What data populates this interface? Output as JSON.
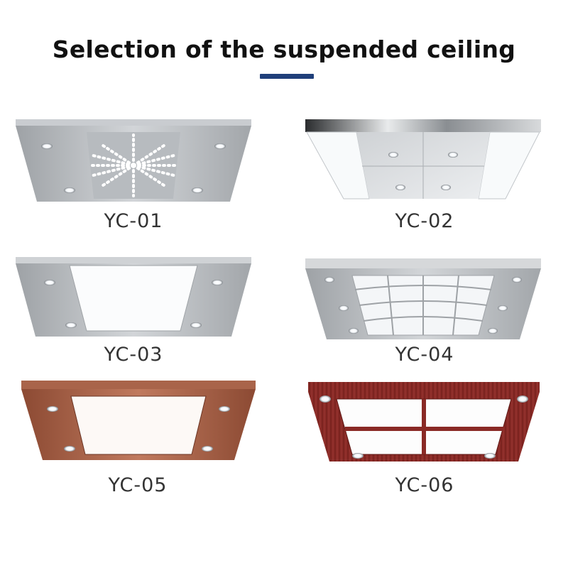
{
  "title": "Selection of the suspended ceiling",
  "colors": {
    "accent": "#1f3f7a",
    "steel": "#b9bcbf",
    "copper": "#a0563c",
    "wood": "#8a2a26"
  },
  "items": [
    {
      "code": "YC-01",
      "finish": "brushed steel",
      "center": "starburst led pattern"
    },
    {
      "code": "YC-02",
      "finish": "mirror steel",
      "center": "side light panels"
    },
    {
      "code": "YC-03",
      "finish": "brushed steel",
      "center": "single light panel"
    },
    {
      "code": "YC-04",
      "finish": "brushed steel",
      "center": "grid light panel"
    },
    {
      "code": "YC-05",
      "finish": "copper",
      "center": "single light panel"
    },
    {
      "code": "YC-06",
      "finish": "red wood",
      "center": "cross grid light panel"
    }
  ]
}
